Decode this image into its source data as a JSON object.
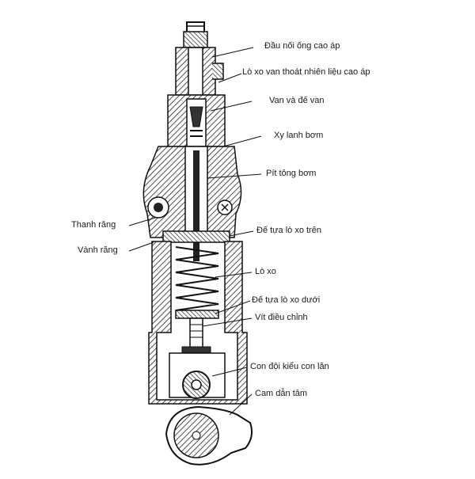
{
  "diagram": {
    "labels_right": [
      "Đầu nối ống cao áp",
      "Lò xo van thoát nhiên liệu cao áp",
      "Van và đế van",
      "Xy lanh bơm",
      "Pít tông bơm",
      "Đế tựa lò xo trên",
      "Lò xo",
      "Đế tựa lò xo dưới",
      "Vít điều chỉnh",
      "Con đội kiểu con lăn",
      "Cam dẫn tâm"
    ],
    "labels_left": [
      "Thanh răng",
      "Vành răng"
    ]
  }
}
